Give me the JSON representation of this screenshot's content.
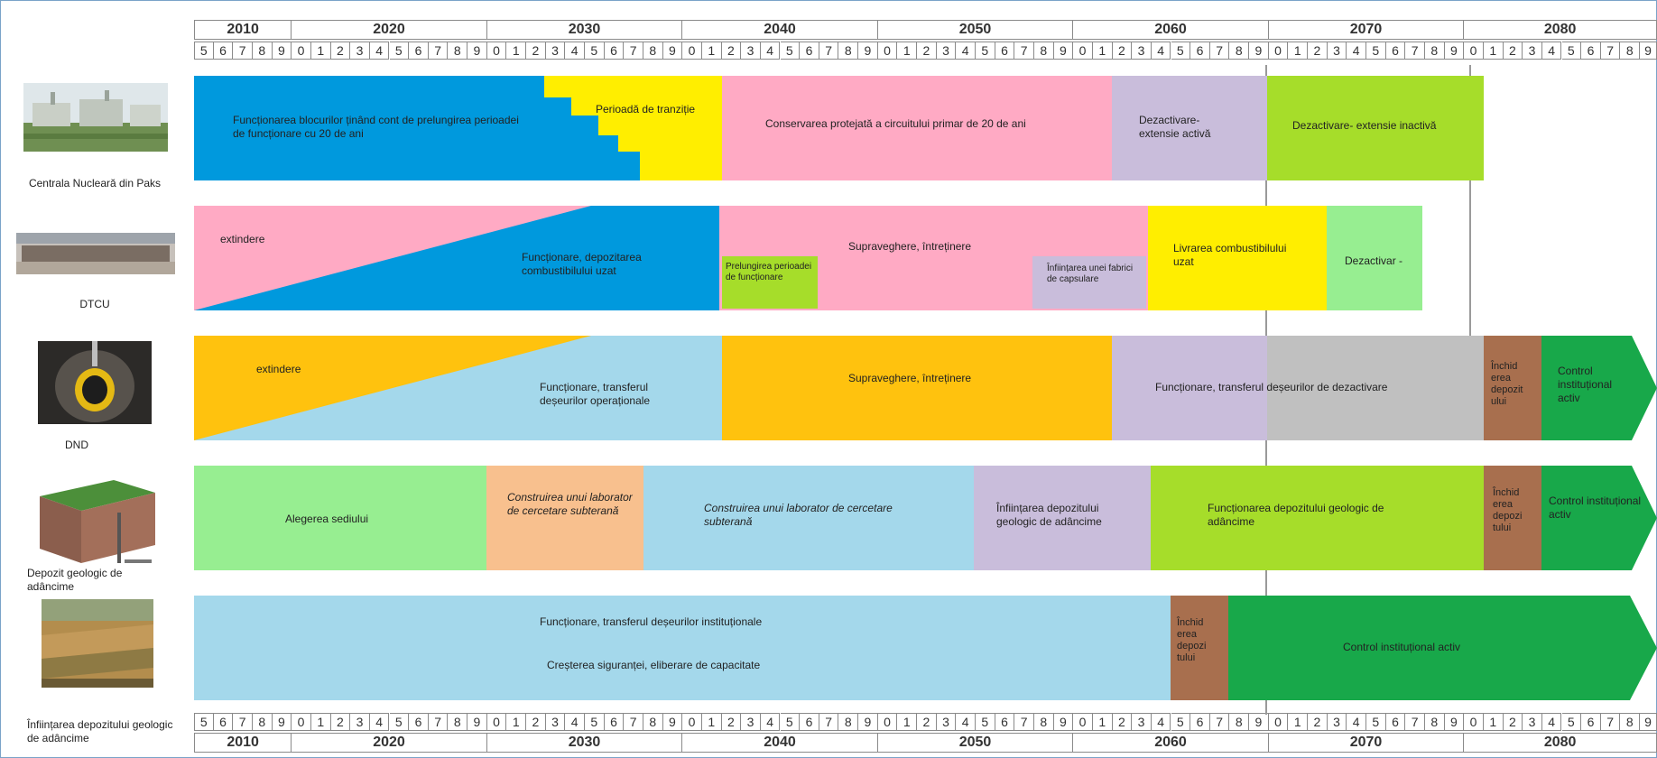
{
  "decades": [
    "2010",
    "2020",
    "2030",
    "2040",
    "2050",
    "2060",
    "2070",
    "2080"
  ],
  "sidebar": [
    {
      "label": "Centrala Nucleară din Paks"
    },
    {
      "label": "DTCU"
    },
    {
      "label": "DND"
    },
    {
      "label": "Depozit geologic de adâncime"
    },
    {
      "label": "Înființarea depozitului geologic de adâncime"
    }
  ],
  "rows": {
    "paks": {
      "op": "Funcționarea blocurilor ținând cont de prelungirea perioadei de funcționare cu 20 de ani",
      "transition": "Perioadă de tranziție",
      "conservation": "Conservarea protejată a circuitului primar de 20 de ani",
      "decom_active": "Dezactivare- extensie activă",
      "decom_inactive": "Dezactivare- extensie inactivă",
      "colors": {
        "blue": "#0099dd",
        "yellow": "#ffee00",
        "pink": "#ffaac4",
        "lavender": "#c9bddb",
        "lime": "#a6dd2a"
      }
    },
    "dtcu": {
      "ext": "extindere",
      "op": "Funcționare, depozitarea combustibilului uzat",
      "extend": "Prelungirea perioadei de funcționare",
      "supervise": "Supraveghere, întreținere",
      "factory": "Înființarea unei fabrici de capsulare",
      "delivery": "Livrarea combustibilului uzat",
      "decom": "Dezactivar -"
    },
    "dnd": {
      "ext": "extindere",
      "op": "Funcționare, transferul deșeurilor operaționale",
      "supervise": "Supraveghere, întreținere",
      "decom_waste": "Funcționare, transferul deșeurilor de dezactivare",
      "closure": "Închid erea depozit ului",
      "control": "Control instituțional activ"
    },
    "deep": {
      "site": "Alegerea sediului",
      "lab1": "Construirea unui laborator de cercetare subterană",
      "lab2": "Construirea unui laborator de cercetare subterană",
      "establish": "Înființarea depozitului geologic de adâncime",
      "operate": "Funcționarea depozitului geologic de adâncime",
      "closure": "Închid erea depozi tului",
      "control": "Control instituțional activ"
    },
    "inst": {
      "op": "Funcționare, transferul deșeurilor instituționale",
      "safety": "Creșterea siguranței, eliberare de capacitate",
      "closure": "Închid erea depozi tului",
      "control": "Control instituțional activ"
    }
  }
}
